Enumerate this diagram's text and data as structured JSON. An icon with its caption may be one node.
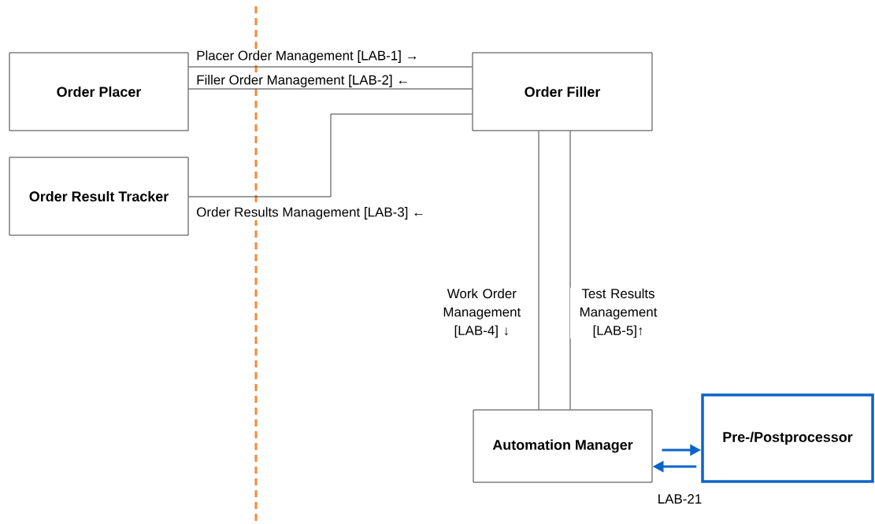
{
  "diagram": {
    "nodes": [
      {
        "text": [
          "Order Placer"
        ]
      },
      {
        "text": [
          "Order Filler"
        ]
      },
      {
        "text": [
          "Order Result Tracker"
        ]
      },
      {
        "text": [
          "Automation Manager"
        ]
      },
      {
        "text": [
          "Pre-/Postprocessor"
        ]
      }
    ],
    "edges": [
      {
        "from": 0,
        "to": 1,
        "arrow": "none",
        "label": "Placer Order Management [LAB-1] →"
      },
      {
        "from": 1,
        "to": 0,
        "arrow": "none",
        "label": "Filler Order Management [LAB-2] ←"
      },
      {
        "from": 1,
        "to": 2,
        "arrow": "none",
        "label": "Order Results Management [LAB-3] ←"
      },
      {
        "from": 1,
        "to": 3,
        "arrow": "none",
        "label": "Work Order Management [LAB-4] ↓"
      },
      {
        "from": 1,
        "to": 3,
        "arrow": "none",
        "label": "Test Results Management [LAB-5]↑"
      },
      {
        "from": 3,
        "to": 4,
        "arrow": "to",
        "style": "thick",
        "color": "#0a64c8"
      },
      {
        "from": 4,
        "to": 3,
        "arrow": "to",
        "style": "thick",
        "color": "#0a64c8"
      }
    ],
    "labels": [
      "LAB-21"
    ]
  }
}
